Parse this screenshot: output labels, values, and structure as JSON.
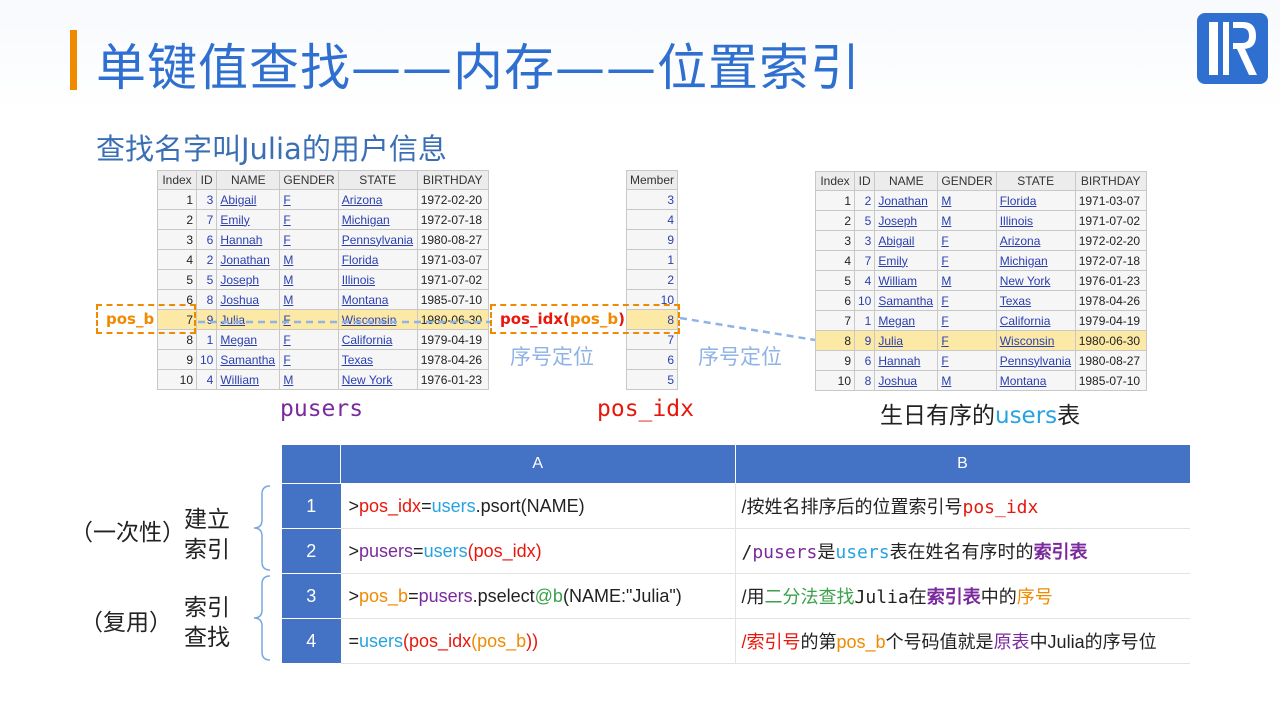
{
  "slide": {
    "title": "单键值查找——内存——位置索引",
    "subtitle": "查找名字叫Julia的用户信息",
    "logo": {
      "icon": "r-logo-icon",
      "color": "#2f6fd0"
    },
    "accent_color": "#f08a00",
    "title_color": "#2f6fd0"
  },
  "pusers": {
    "caption": "pusers",
    "columns": [
      "Index",
      "ID",
      "NAME",
      "GENDER",
      "STATE",
      "BIRTHDAY"
    ],
    "rows": [
      [
        "1",
        "3",
        "Abigail",
        "F",
        "Arizona",
        "1972-02-20"
      ],
      [
        "2",
        "7",
        "Emily",
        "F",
        "Michigan",
        "1972-07-18"
      ],
      [
        "3",
        "6",
        "Hannah",
        "F",
        "Pennsylvania",
        "1980-08-27"
      ],
      [
        "4",
        "2",
        "Jonathan",
        "M",
        "Florida",
        "1971-03-07"
      ],
      [
        "5",
        "5",
        "Joseph",
        "M",
        "Illinois",
        "1971-07-02"
      ],
      [
        "6",
        "8",
        "Joshua",
        "M",
        "Montana",
        "1985-07-10"
      ],
      [
        "7",
        "9",
        "Julia",
        "F",
        "Wisconsin",
        "1980-06-30"
      ],
      [
        "8",
        "1",
        "Megan",
        "F",
        "California",
        "1979-04-19"
      ],
      [
        "9",
        "10",
        "Samantha",
        "F",
        "Texas",
        "1978-04-26"
      ],
      [
        "10",
        "4",
        "William",
        "M",
        "New York",
        "1976-01-23"
      ]
    ],
    "highlight_row": 7
  },
  "pos_idx": {
    "caption": "pos_idx",
    "column": "Member",
    "values": [
      "3",
      "4",
      "9",
      "1",
      "2",
      "10",
      "8",
      "7",
      "6",
      "5"
    ],
    "highlight_row": 7
  },
  "users": {
    "caption_prefix": "生日有序的",
    "caption_highlight": "users",
    "caption_suffix": "表",
    "columns": [
      "Index",
      "ID",
      "NAME",
      "GENDER",
      "STATE",
      "BIRTHDAY"
    ],
    "rows": [
      [
        "1",
        "2",
        "Jonathan",
        "M",
        "Florida",
        "1971-03-07"
      ],
      [
        "2",
        "5",
        "Joseph",
        "M",
        "Illinois",
        "1971-07-02"
      ],
      [
        "3",
        "3",
        "Abigail",
        "F",
        "Arizona",
        "1972-02-20"
      ],
      [
        "4",
        "7",
        "Emily",
        "F",
        "Michigan",
        "1972-07-18"
      ],
      [
        "5",
        "4",
        "William",
        "M",
        "New York",
        "1976-01-23"
      ],
      [
        "6",
        "10",
        "Samantha",
        "F",
        "Texas",
        "1978-04-26"
      ],
      [
        "7",
        "1",
        "Megan",
        "F",
        "California",
        "1979-04-19"
      ],
      [
        "8",
        "9",
        "Julia",
        "F",
        "Wisconsin",
        "1980-06-30"
      ],
      [
        "9",
        "6",
        "Hannah",
        "F",
        "Pennsylvania",
        "1980-08-27"
      ],
      [
        "10",
        "8",
        "Joshua",
        "M",
        "Montana",
        "1985-07-10"
      ]
    ],
    "highlight_row": 8
  },
  "annotations": {
    "pos_b": "pos_b",
    "pos_idx_fn": "pos_idx",
    "pos_idx_open": "(",
    "pos_idx_arg": "pos_b",
    "pos_idx_close": ")",
    "seq_locate_1": "序号定位",
    "seq_locate_2": "序号定位"
  },
  "code": {
    "col_a": "A",
    "col_b": "B",
    "rows": [
      {
        "num": "1"
      },
      {
        "num": "2"
      },
      {
        "num": "3"
      },
      {
        "num": "4"
      }
    ],
    "r1a": [
      ">",
      "pos_idx",
      "=",
      "users",
      ".psort(NAME)"
    ],
    "r1b": [
      "/按姓名排序后的位置索引号",
      "pos_idx"
    ],
    "r2a": [
      ">",
      "pusers",
      "=",
      "users",
      "(",
      "pos_idx",
      ")"
    ],
    "r2b": [
      "/",
      "pusers",
      "是",
      "users",
      "表在姓名有序时的",
      "索引表"
    ],
    "r3a": [
      ">",
      "pos_b",
      "=",
      "pusers",
      ".pselect",
      "@b",
      "(NAME:\"Julia\")"
    ],
    "r3b": [
      "/用",
      "二分法查找",
      "Julia",
      "在",
      "索引表",
      "中的",
      "序号"
    ],
    "r4a": [
      "=",
      "users",
      "(",
      "pos_idx",
      "(",
      "pos_b",
      "))"
    ],
    "r4b": [
      "/",
      "索引号",
      "的第",
      "pos_b",
      "个号码值就是",
      "原表",
      "中Julia的序号位"
    ]
  },
  "side": {
    "group1_paren": "（一次性）",
    "group1_l1": "建立",
    "group1_l2": "索引",
    "group2_paren": "（复用）",
    "group2_l1": "索引",
    "group2_l2": "查找"
  }
}
